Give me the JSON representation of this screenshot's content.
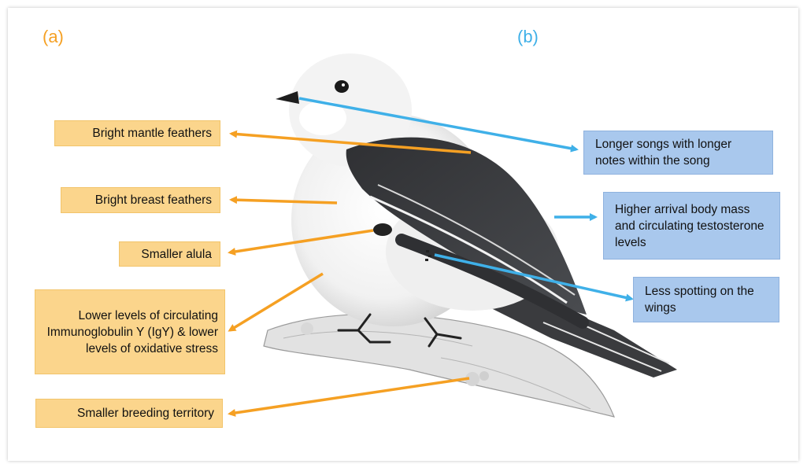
{
  "panels": {
    "a_label": "(a)",
    "b_label": "(b)"
  },
  "colors": {
    "orange": "#f5a023",
    "blue": "#3fb0e8",
    "orange_box": "#fbd58c",
    "blue_box": "#a9c8ed"
  },
  "left_labels": [
    "Bright mantle feathers",
    "Bright breast feathers",
    "Smaller alula",
    "Lower levels of circulating Immunoglobulin Y (IgY) & lower levels of oxidative stress",
    "Smaller breeding territory"
  ],
  "right_labels": [
    "Longer songs with longer notes within the song",
    "Higher arrival body mass and circulating testosterone levels",
    "Less spotting on the wings"
  ],
  "illustration": {
    "icon": "snow-bunting-bird-illustration"
  }
}
